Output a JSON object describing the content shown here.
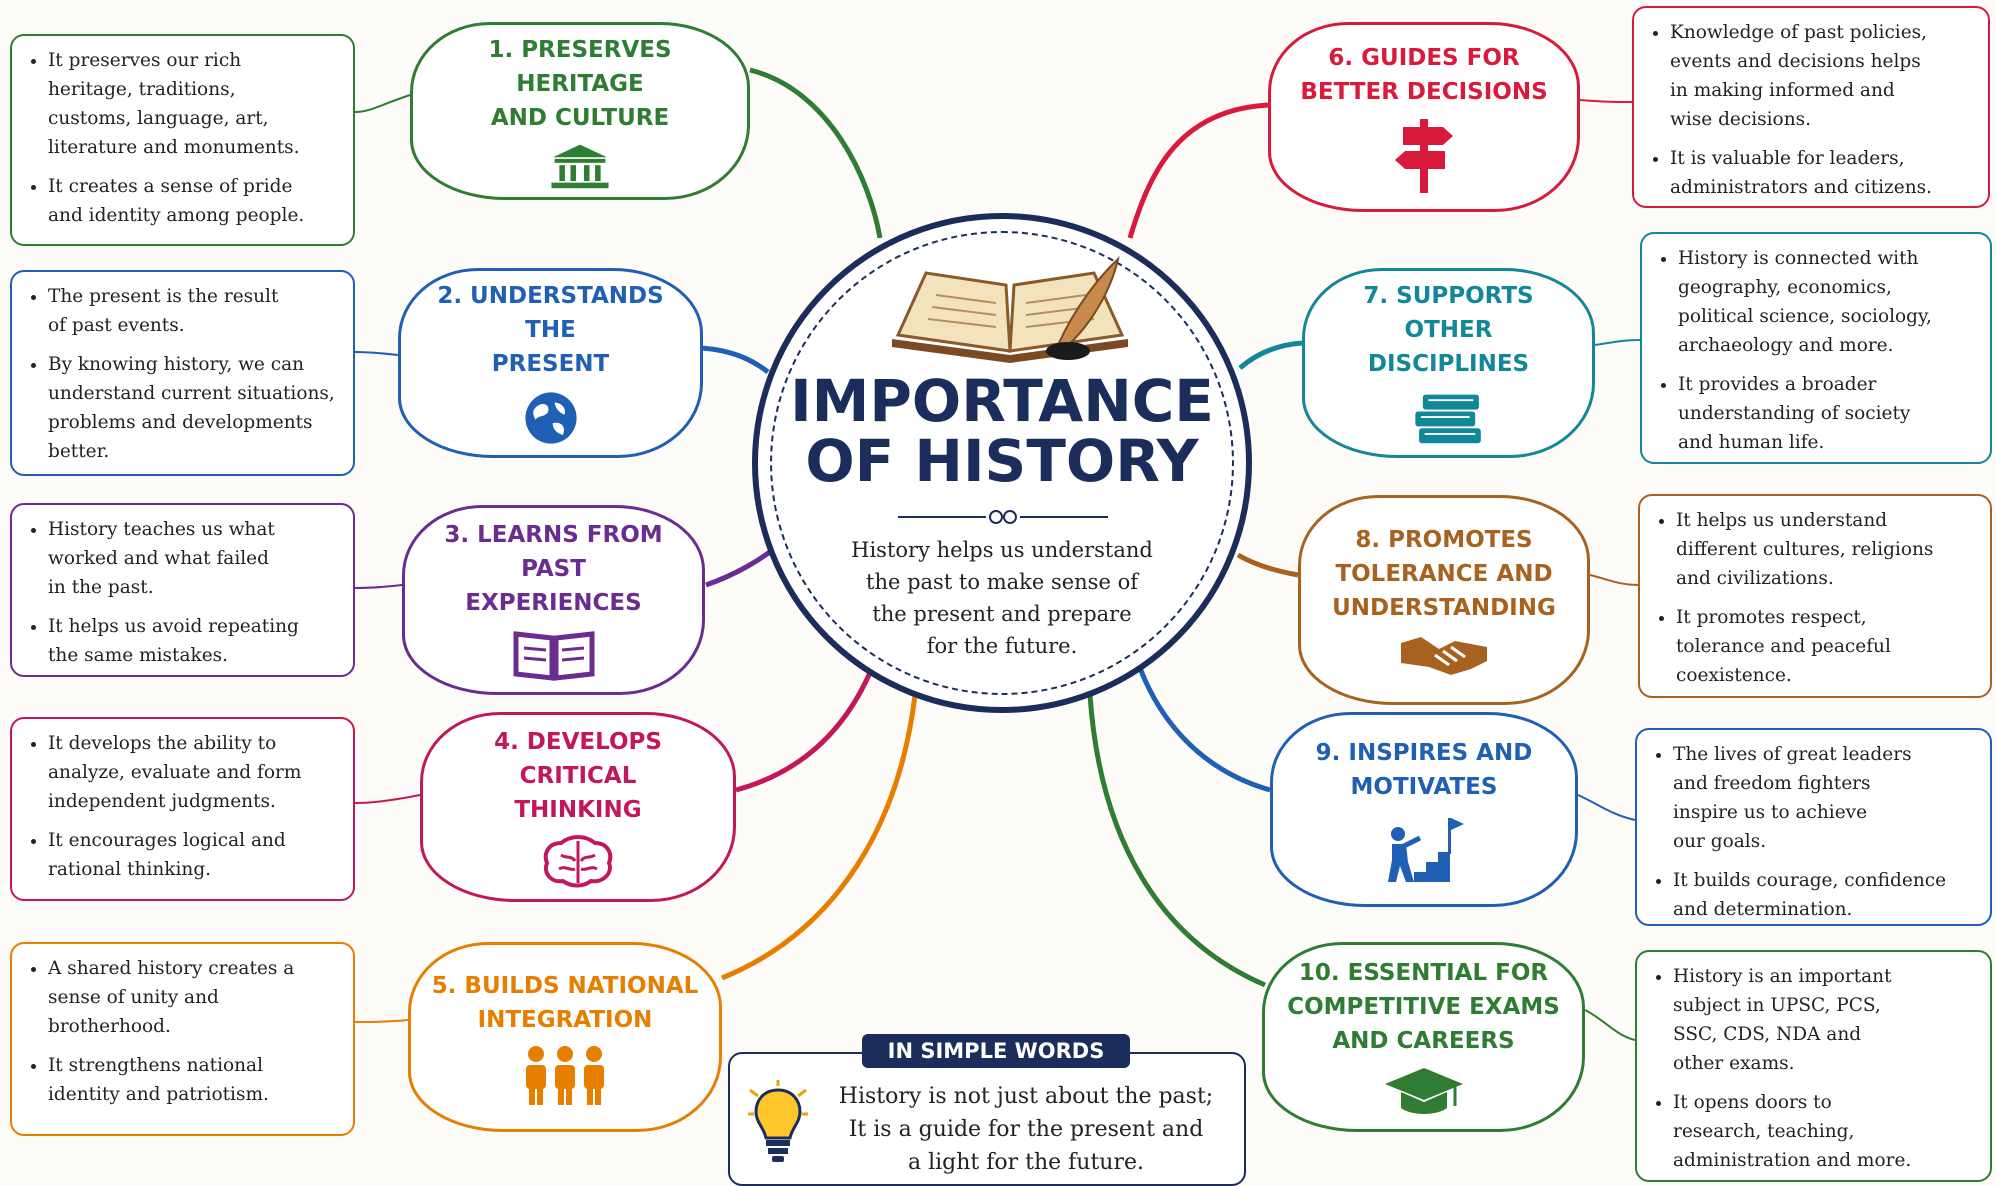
{
  "center": {
    "title": "IMPORTANCE\nOF HISTORY",
    "subtitle": "History helps us understand\nthe past to make sense of\nthe present and prepare\nfor the future."
  },
  "branches": [
    {
      "title": "1. PRESERVES HERITAGE\nAND CULTURE",
      "icon": "building-icon",
      "color": "#2e7d32",
      "points": [
        "It preserves our rich\nheritage, traditions,\ncustoms, language, art,\nliterature and monuments.",
        "It creates a sense of pride\nand identity among people."
      ]
    },
    {
      "title": "2. UNDERSTANDS THE\nPRESENT",
      "icon": "globe-icon",
      "color": "#1f5fb4",
      "points": [
        "The present is the result\nof past events.",
        "By knowing history, we can\nunderstand current situations,\nproblems and developments\nbetter."
      ]
    },
    {
      "title": "3. LEARNS FROM PAST\nEXPERIENCES",
      "icon": "book-icon",
      "color": "#6a2c91",
      "points": [
        "History teaches us what\nworked and what failed\nin the past.",
        "It helps us avoid repeating\nthe same mistakes."
      ]
    },
    {
      "title": "4. DEVELOPS CRITICAL\nTHINKING",
      "icon": "brain-icon",
      "color": "#c2185b",
      "points": [
        "It develops the ability to\nanalyze, evaluate and form\nindependent judgments.",
        "It encourages logical and\nrational thinking."
      ]
    },
    {
      "title": "5. BUILDS NATIONAL\nINTEGRATION",
      "icon": "people-icon",
      "color": "#e67e00",
      "points": [
        "A shared history creates a\nsense of unity and\nbrotherhood.",
        "It strengthens national\nidentity and patriotism."
      ]
    },
    {
      "title": "6. GUIDES FOR\nBETTER DECISIONS",
      "icon": "signpost-icon",
      "color": "#d81b3c",
      "points": [
        "Knowledge of past policies,\nevents and decisions helps\nin making informed and\nwise decisions.",
        "It is valuable for leaders,\nadministrators and citizens."
      ]
    },
    {
      "title": "7. SUPPORTS OTHER\nDISCIPLINES",
      "icon": "books-stack-icon",
      "color": "#13879a",
      "points": [
        "History is connected with\ngeography, economics,\npolitical science, sociology,\narchaeology and more.",
        "It provides a broader\nunderstanding of society\nand human life."
      ]
    },
    {
      "title": "8. PROMOTES\nTOLERANCE AND\nUNDERSTANDING",
      "icon": "handshake-icon",
      "color": "#a8621f",
      "points": [
        "It helps us understand\ndifferent cultures, religions\nand civilizations.",
        "It promotes respect,\ntolerance and peaceful\ncoexistence."
      ]
    },
    {
      "title": "9. INSPIRES AND\nMOTIVATES",
      "icon": "climber-flag-icon",
      "color": "#1f5fb4",
      "points": [
        "The lives of great leaders\nand freedom fighters\ninspire us to achieve\nour goals.",
        "It builds courage, confidence\nand determination."
      ]
    },
    {
      "title": "10. ESSENTIAL FOR\nCOMPETITIVE EXAMS\nAND CAREERS",
      "icon": "graduation-cap-icon",
      "color": "#2e7d32",
      "points": [
        "History is an important\nsubject in UPSC, PCS,\nSSC, CDS, NDA and\nother exams.",
        "It opens doors to\nresearch, teaching,\nadministration and more."
      ]
    }
  ],
  "simple_words": {
    "header": "IN SIMPLE WORDS",
    "text": "History is not just about the past;\nIt is a guide for the present and\na light for the future.",
    "icon": "lightbulb-icon"
  }
}
